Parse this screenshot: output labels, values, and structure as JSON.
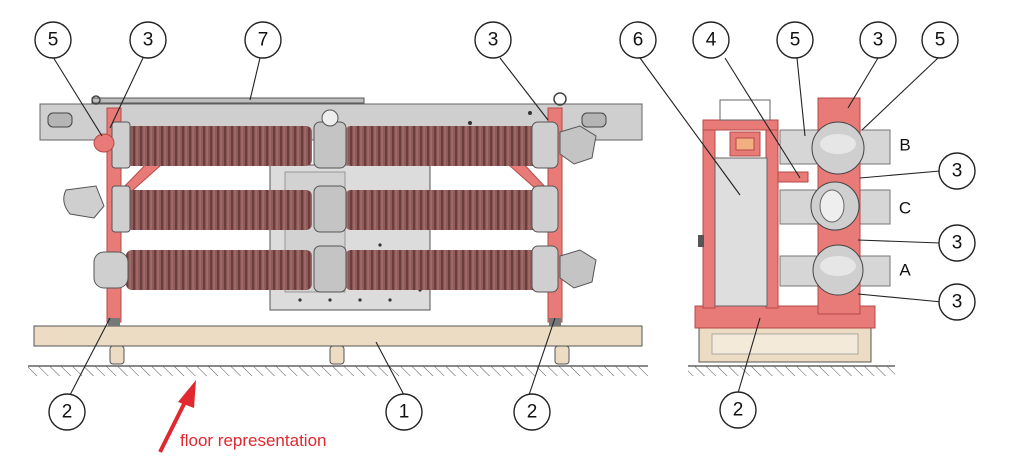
{
  "colors": {
    "porcelain": "#8f5a59",
    "porcelain_dark": "#6e3f3f",
    "frame_red": "#e87b78",
    "frame_red_dark": "#c85a57",
    "frame_gray": "#c9c9c9",
    "panel_gray": "#dedede",
    "metal": "#c4c4c4",
    "wood": "#ecdcc3",
    "floor_hatch": "#666666",
    "accent_red": "#e0282e"
  },
  "callouts": [
    {
      "id": "c5a",
      "label": "5"
    },
    {
      "id": "c3a",
      "label": "3"
    },
    {
      "id": "c7",
      "label": "7"
    },
    {
      "id": "c3b",
      "label": "3"
    },
    {
      "id": "c6",
      "label": "6"
    },
    {
      "id": "c4",
      "label": "4"
    },
    {
      "id": "c5b",
      "label": "5"
    },
    {
      "id": "c3c",
      "label": "3"
    },
    {
      "id": "c5c",
      "label": "5"
    },
    {
      "id": "c3d",
      "label": "3"
    },
    {
      "id": "c3e",
      "label": "3"
    },
    {
      "id": "c3f",
      "label": "3"
    },
    {
      "id": "c2a",
      "label": "2"
    },
    {
      "id": "c1",
      "label": "1"
    },
    {
      "id": "c2b",
      "label": "2"
    },
    {
      "id": "c2c",
      "label": "2"
    }
  ],
  "phases": [
    "B",
    "C",
    "A"
  ],
  "floor_label": "floor representation"
}
